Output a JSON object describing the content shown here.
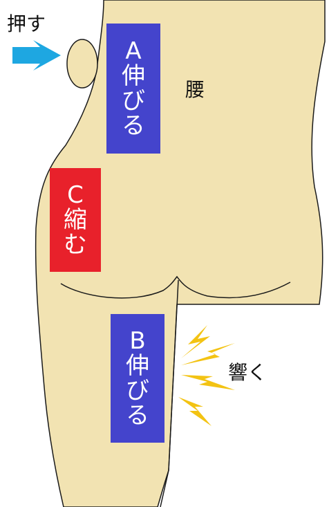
{
  "labels": {
    "push": "押す",
    "waist": "腰",
    "echo": "響く"
  },
  "boxes": {
    "a": {
      "letter": "A",
      "line1": "伸",
      "line2": "び",
      "line3": "る"
    },
    "c": {
      "letter": "C",
      "line1": "縮",
      "line2": "む"
    },
    "b": {
      "letter": "B",
      "line1": "伸",
      "line2": "び",
      "line3": "る"
    }
  },
  "colors": {
    "skin": "#f2e3b2",
    "outline": "#1a1a1a",
    "box_blue": "#4444cc",
    "box_red": "#e8212b",
    "arrow": "#1ea7e1",
    "lightning": "#f3c313"
  }
}
